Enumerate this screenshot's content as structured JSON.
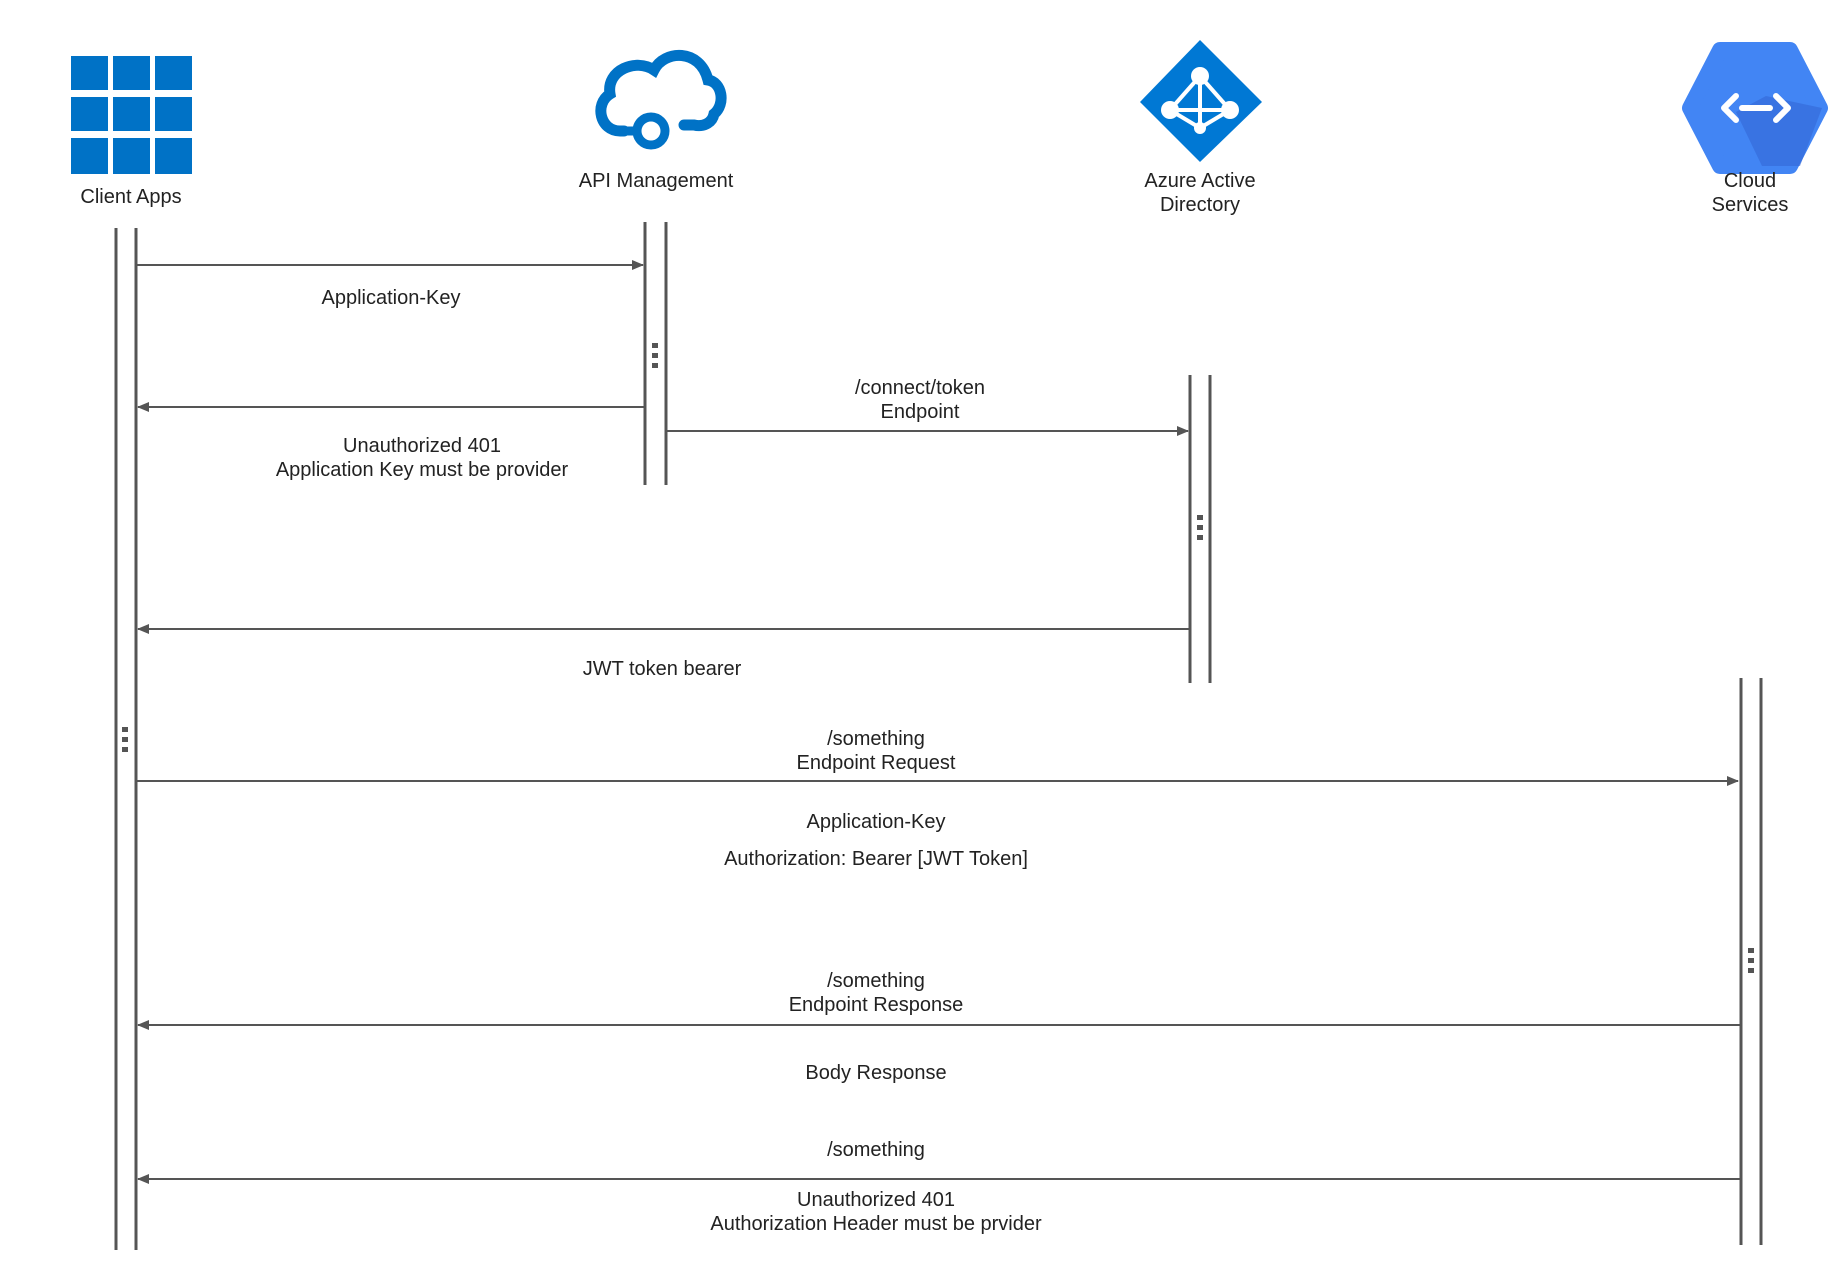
{
  "participants": [
    {
      "id": "client",
      "label_lines": [
        "Client Apps"
      ],
      "icon": "grid-icon",
      "color": "#0072C6"
    },
    {
      "id": "apim",
      "label_lines": [
        "API Management"
      ],
      "icon": "cloud-api-icon",
      "color": "#0072C6"
    },
    {
      "id": "aad",
      "label_lines": [
        "Azure Active",
        "Directory"
      ],
      "icon": "active-directory-icon",
      "color": "#0078D4"
    },
    {
      "id": "cloud",
      "label_lines": [
        "Cloud",
        "Services"
      ],
      "icon": "cloud-endpoints-icon",
      "color": "#4285F4"
    }
  ],
  "messages": [
    {
      "id": "m1",
      "from": "client",
      "to": "apim",
      "label_lines": [
        "Application-Key"
      ]
    },
    {
      "id": "m2",
      "from": "apim",
      "to": "client",
      "label_lines": [
        "Unauthorized 401",
        "Application Key must be provider"
      ]
    },
    {
      "id": "m3",
      "from": "apim",
      "to": "aad",
      "label_lines": [
        "/connect/token",
        "Endpoint"
      ]
    },
    {
      "id": "m4",
      "from": "aad",
      "to": "client",
      "label_lines": [
        "JWT token bearer"
      ]
    },
    {
      "id": "m5",
      "from": "client",
      "to": "cloud",
      "label_lines": [
        "/something",
        "Endpoint Request"
      ],
      "notes": [
        "Application-Key",
        "Authorization: Bearer [JWT Token]"
      ]
    },
    {
      "id": "m6",
      "from": "cloud",
      "to": "client",
      "label_lines": [
        "/something",
        "Endpoint Response"
      ],
      "notes": [
        "Body Response"
      ]
    },
    {
      "id": "m7",
      "from": "cloud",
      "to": "client",
      "label_lines": [
        "/something"
      ],
      "notes": [
        "Unauthorized 401",
        "Authorization Header must be prvider"
      ]
    }
  ],
  "colors": {
    "line": "#555555",
    "text": "#222222"
  }
}
